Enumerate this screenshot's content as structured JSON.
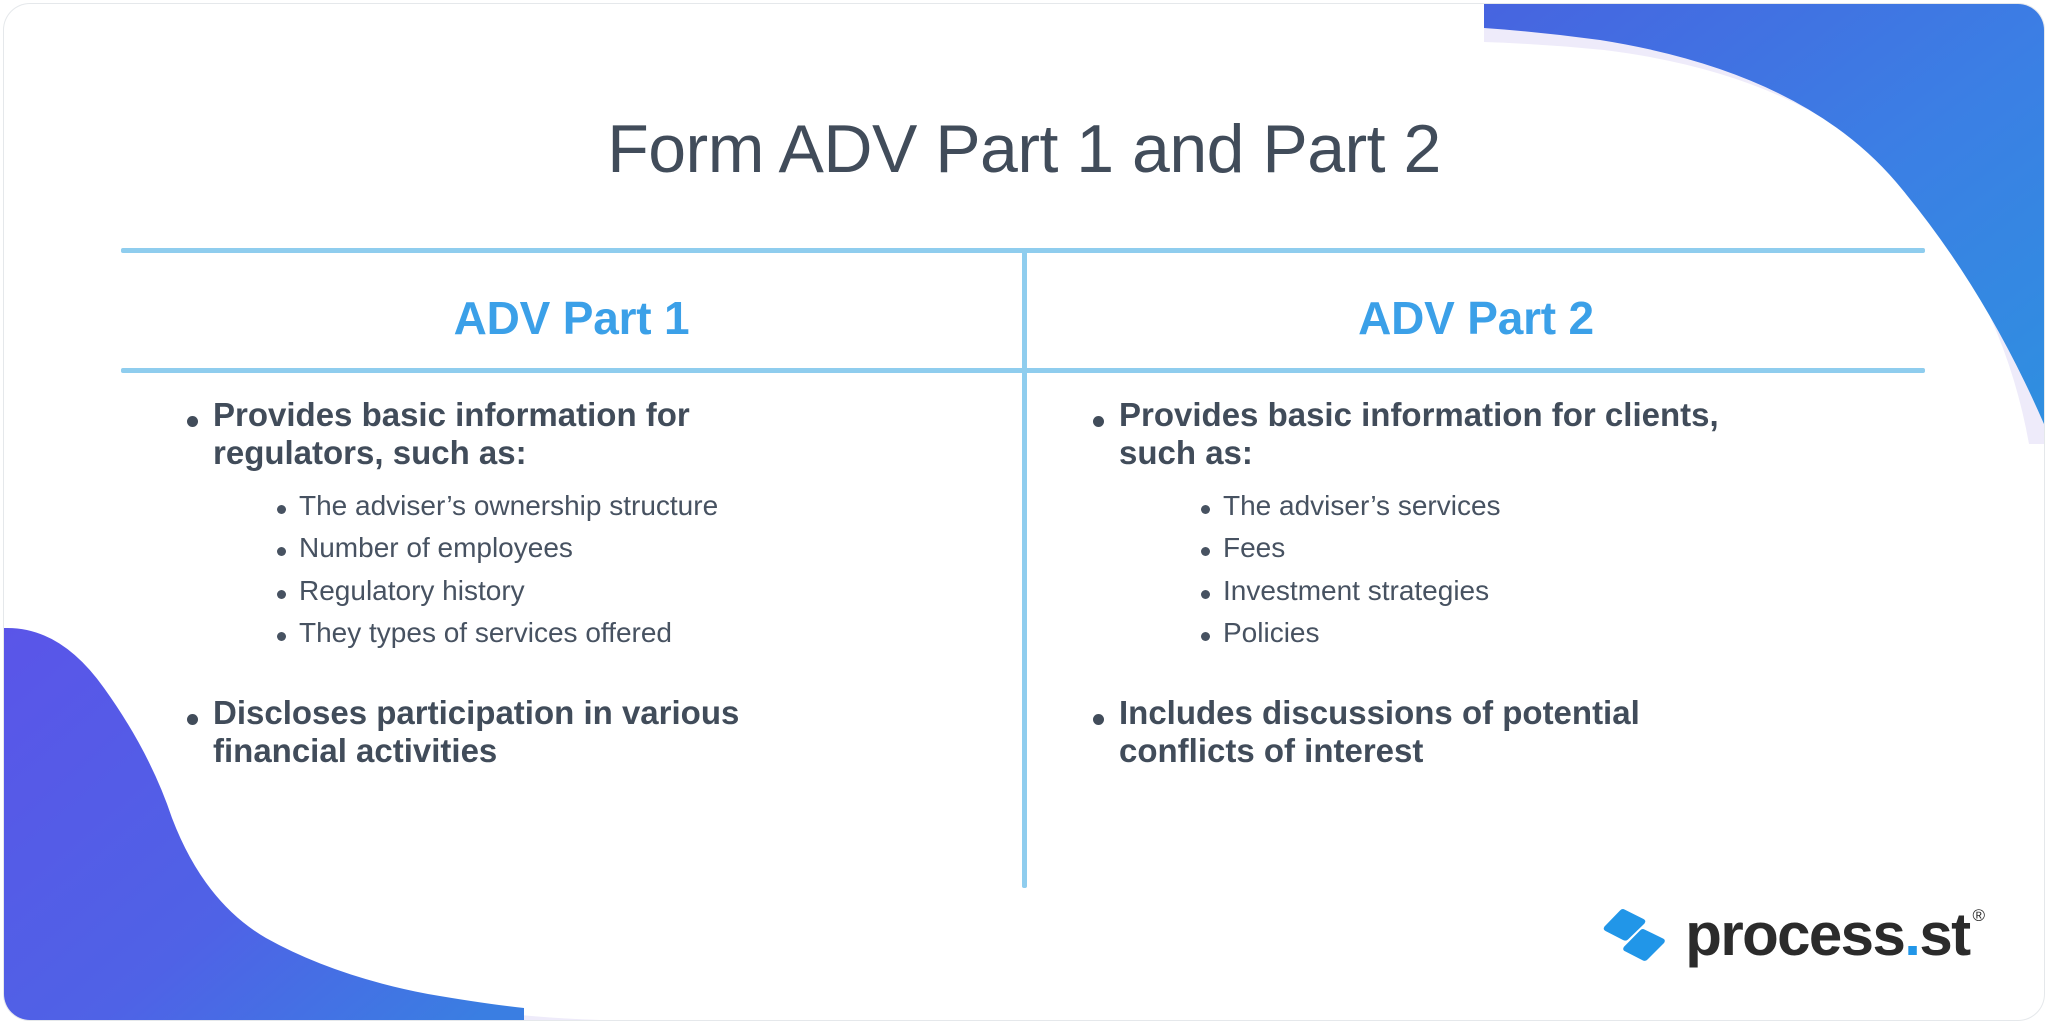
{
  "title": "Form ADV Part 1 and Part 2",
  "columns": [
    {
      "header": "ADV Part 1",
      "items": [
        {
          "text": "Provides basic information for regulators, such as:",
          "subitems": [
            "The adviser’s ownership structure",
            "Number of employees",
            "Regulatory history",
            "They types of services offered"
          ]
        },
        {
          "text": "Discloses participation in various financial activities",
          "subitems": []
        }
      ]
    },
    {
      "header": "ADV Part 2",
      "items": [
        {
          "text": "Provides basic information for clients, such as:",
          "subitems": [
            "The adviser’s services",
            "Fees",
            "Investment strategies",
            "Policies"
          ]
        },
        {
          "text": "Includes discussions of potential conflicts of interest",
          "subitems": []
        }
      ]
    }
  ],
  "logo": {
    "name": "process",
    "dot": ".",
    "tld": "st",
    "registered": "®"
  },
  "colors": {
    "title_text": "#414c5a",
    "header_blue": "#3ba0e8",
    "rule_blue": "#8fcdee",
    "body_text": "#475261",
    "deco_blue_dark": "#4764e0",
    "deco_blue_light": "#2f8fe0",
    "deco_purple": "#5a55e8",
    "deco_lavender": "#eeebfa",
    "logo_dark": "#2b2b2b",
    "logo_blue": "#2196e8"
  }
}
